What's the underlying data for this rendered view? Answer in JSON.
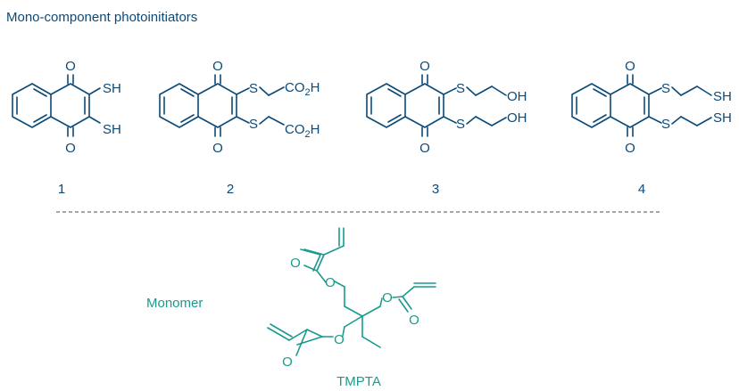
{
  "heading": "Mono-component photoinitiators",
  "colors": {
    "initiator": "#0b4a78",
    "monomer": "#1a9a8e"
  },
  "compounds": [
    {
      "number": "1",
      "groups": [
        "SH",
        "SH"
      ]
    },
    {
      "number": "2",
      "groups": [
        "S",
        "CO",
        "2",
        "H",
        "S",
        "CO",
        "2",
        "H"
      ]
    },
    {
      "number": "3",
      "groups": [
        "S",
        "OH",
        "S",
        "OH"
      ]
    },
    {
      "number": "4",
      "groups": [
        "S",
        "SH",
        "S",
        "SH"
      ]
    }
  ],
  "carbonyl_oxygen": "O",
  "monomer": {
    "label": "Monomer",
    "name": "TMPTA",
    "oxygen": "O"
  }
}
